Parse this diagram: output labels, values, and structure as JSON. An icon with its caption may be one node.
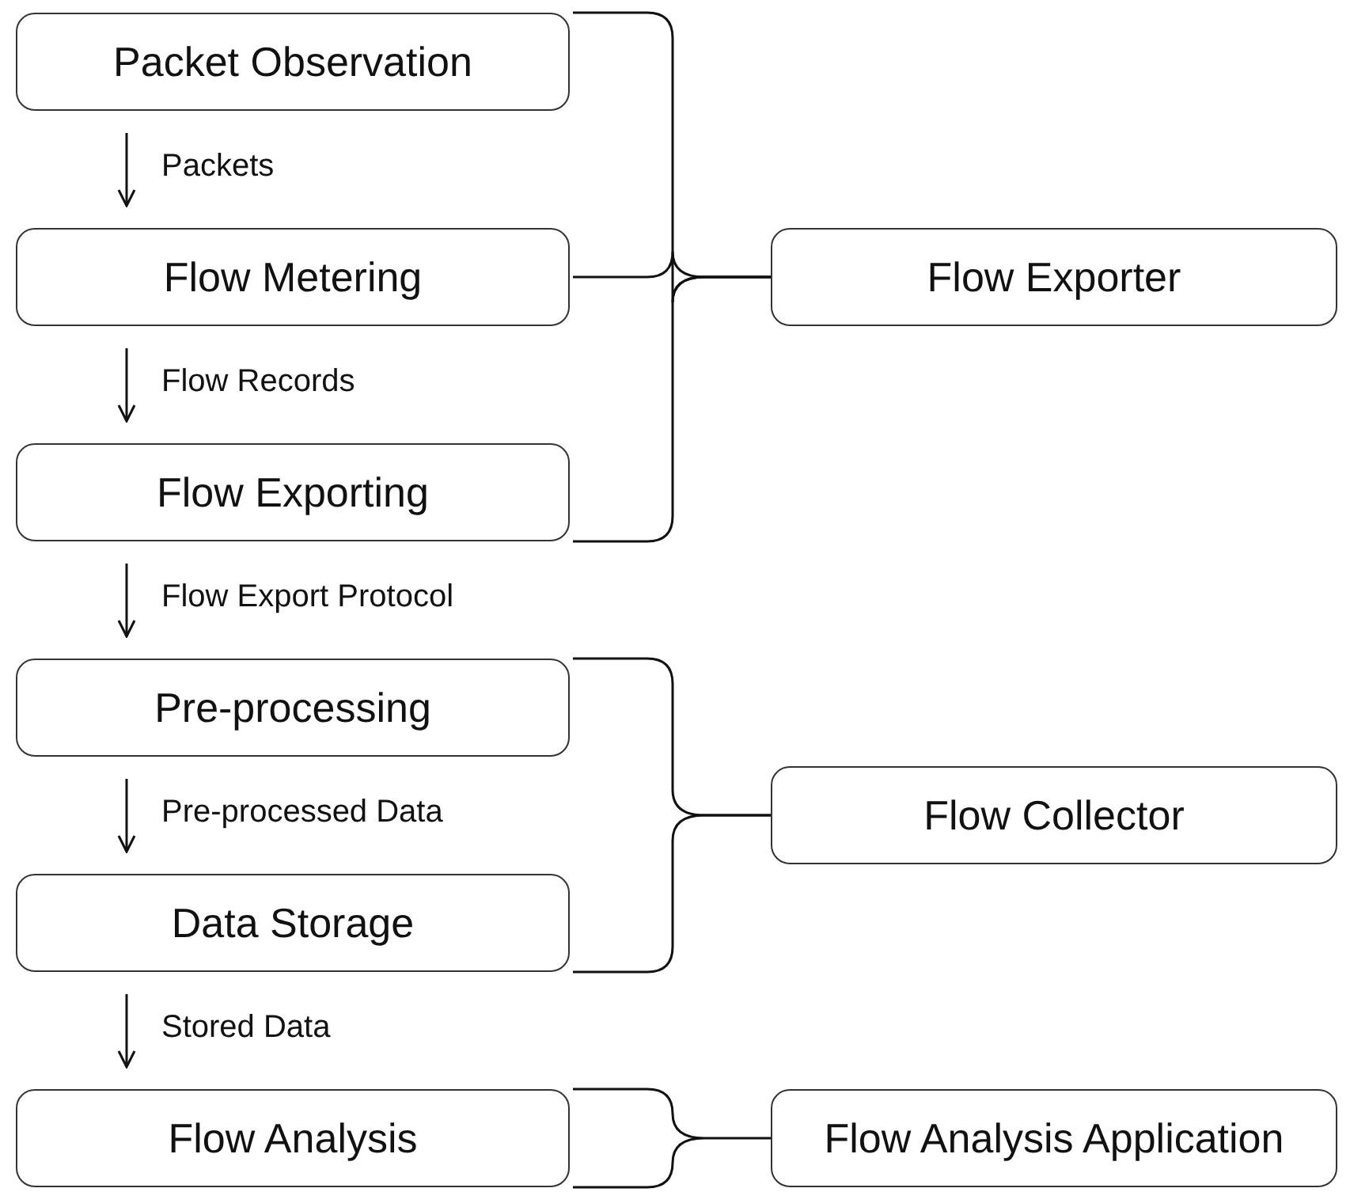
{
  "diagram": {
    "nodes": [
      {
        "text": [
          "Packet Observation"
        ]
      },
      {
        "text": [
          "Flow Metering"
        ]
      },
      {
        "text": [
          "Flow Exporting"
        ]
      },
      {
        "text": [
          "Pre-processing"
        ]
      },
      {
        "text": [
          "Data Storage"
        ]
      },
      {
        "text": [
          "Flow Analysis"
        ]
      },
      {
        "text": [
          "Flow Exporter"
        ]
      },
      {
        "text": [
          "Flow Collector"
        ]
      },
      {
        "text": [
          "Flow Analysis Application"
        ]
      }
    ],
    "edges": [
      {
        "from": 0,
        "to": 1,
        "arrow": "to",
        "label": "Packets"
      },
      {
        "from": 1,
        "to": 2,
        "arrow": "to",
        "label": "Flow Records"
      },
      {
        "from": 2,
        "to": 3,
        "arrow": "to",
        "label": "Flow Export Protocol"
      },
      {
        "from": 3,
        "to": 4,
        "arrow": "to",
        "label": "Pre-processed Data"
      },
      {
        "from": 4,
        "to": 5,
        "arrow": "to",
        "label": "Stored Data"
      },
      {
        "from": 0,
        "to": 6,
        "arrow": "none"
      },
      {
        "from": 1,
        "to": 6,
        "arrow": "none"
      },
      {
        "from": 2,
        "to": 6,
        "arrow": "none"
      },
      {
        "from": 3,
        "to": 7,
        "arrow": "none"
      },
      {
        "from": 4,
        "to": 7,
        "arrow": "none"
      },
      {
        "from": 5,
        "to": 8,
        "arrow": "none"
      }
    ]
  }
}
